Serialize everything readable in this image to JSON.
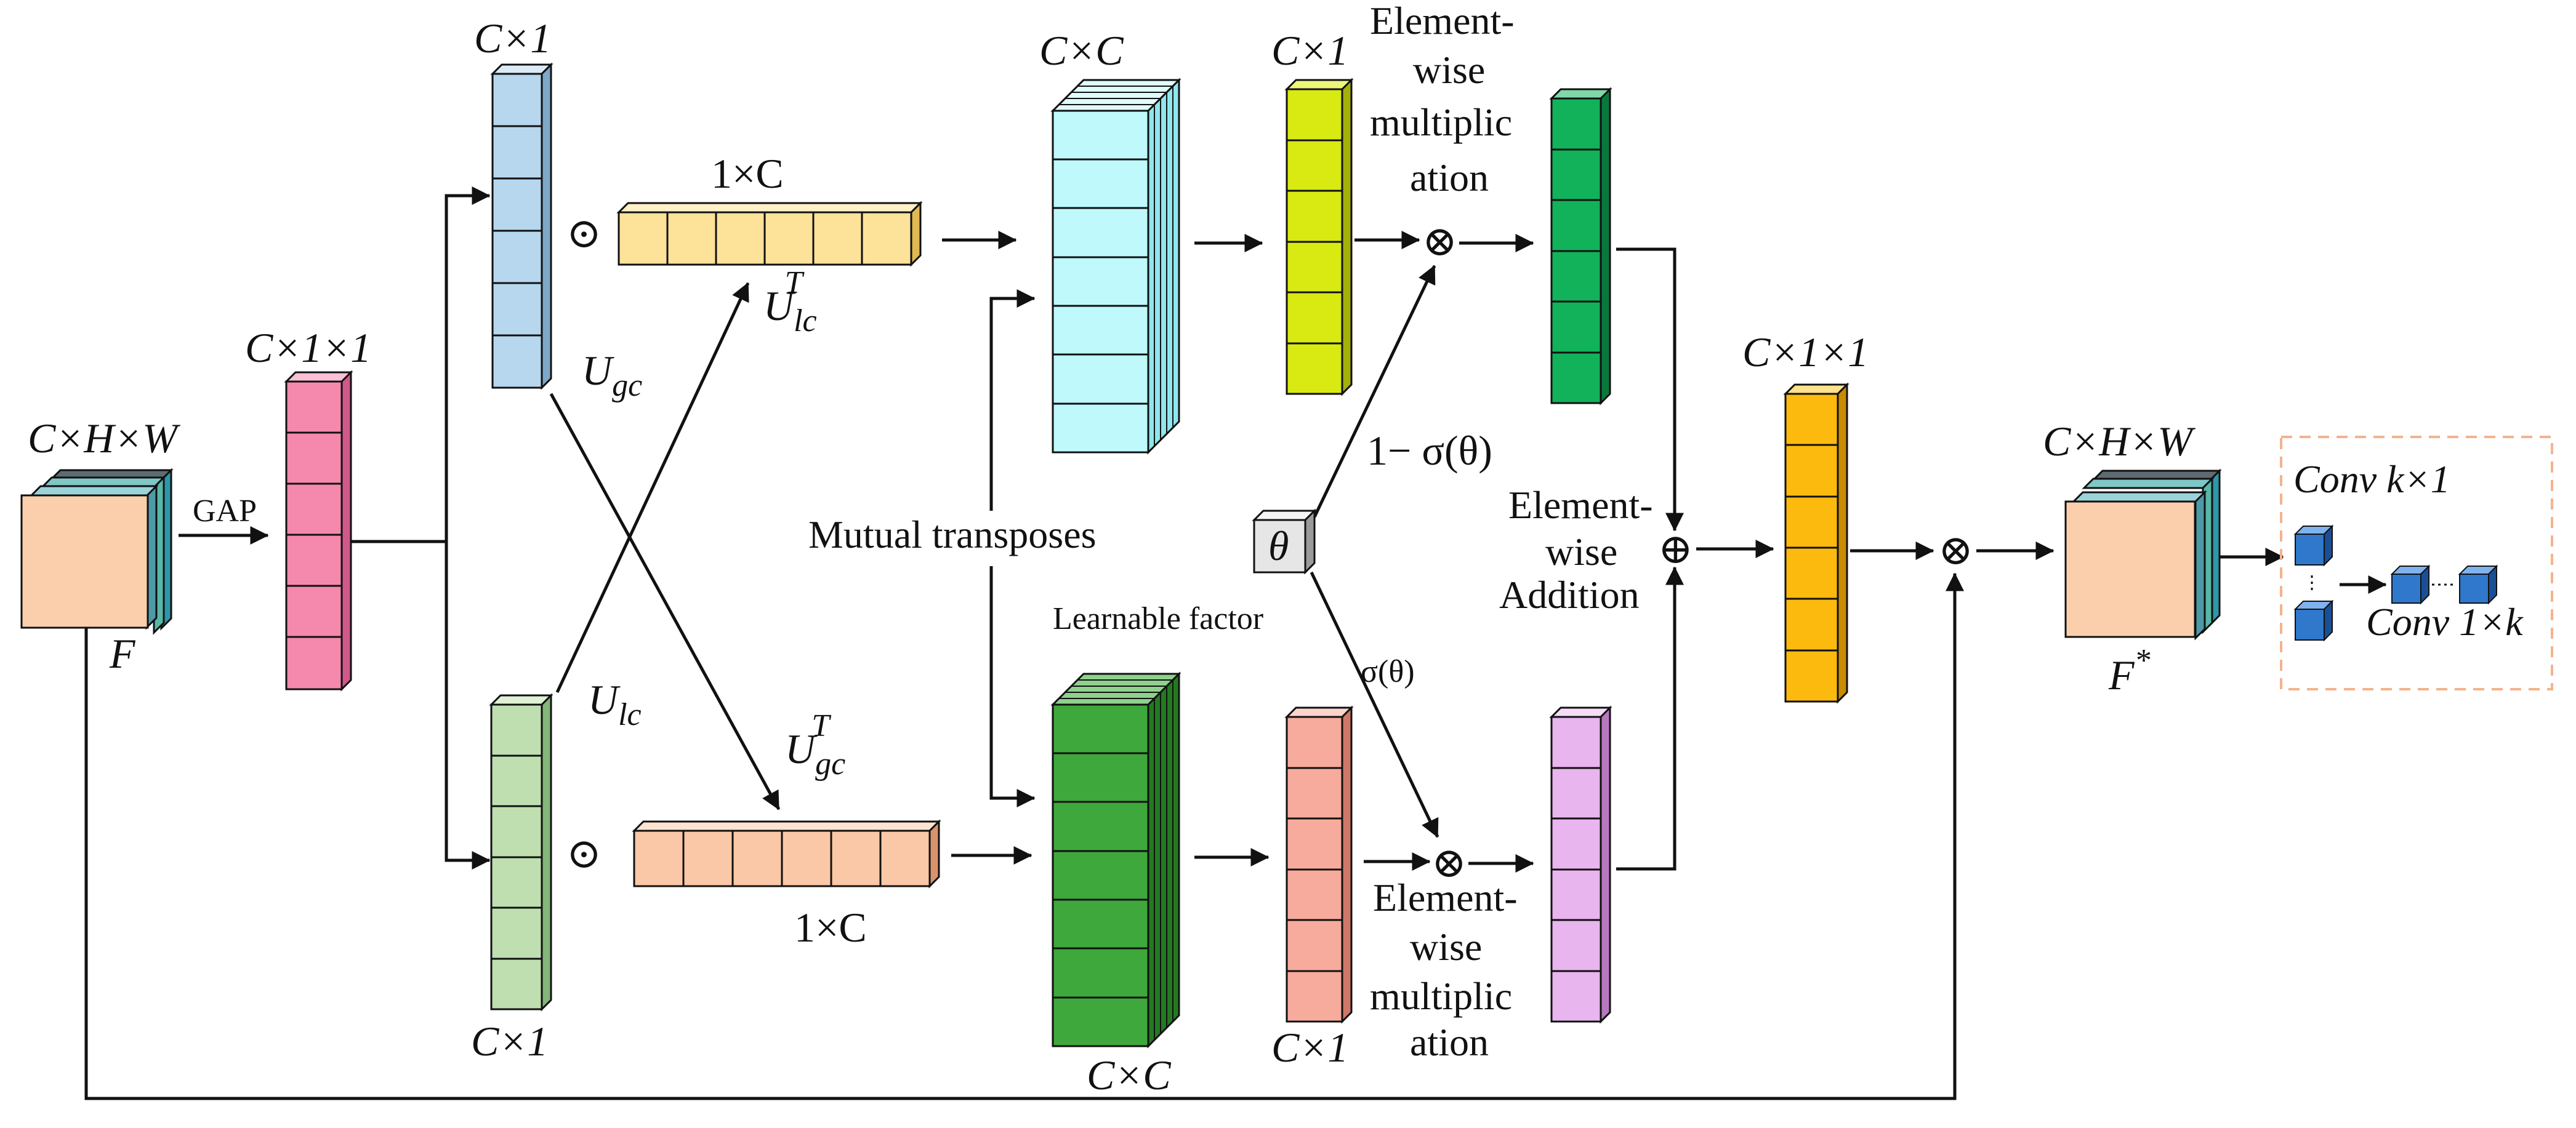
{
  "labels": {
    "input_dim": "C×H×W",
    "input_name": "F",
    "gap": "GAP",
    "gap_dim": "C×1×1",
    "top_vec_dim": "C×1",
    "top_vec_name": "U",
    "top_vec_sub": "gc",
    "bottom_vec_dim": "C×1",
    "bottom_vec_name": "U",
    "bottom_vec_sub": "lc",
    "odot_top": "⊙",
    "odot_bottom": "⊙",
    "top_row_dim": "1×C",
    "top_row_name": "U",
    "top_row_sub": "lc",
    "top_row_sup": "T",
    "bottom_row_dim": "1×C",
    "bottom_row_name": "U",
    "bottom_row_sub": "gc",
    "bottom_row_sup": "T",
    "top_matrix_dim": "C×C",
    "bottom_matrix_dim": "C×C",
    "mutual_transposes": "Mutual transposes",
    "top_col_dim": "C×1",
    "bottom_col_dim": "C×1",
    "ew_mult_top": [
      "Element-",
      "wise",
      "multiplic",
      "ation"
    ],
    "ew_mult_bottom": [
      "Element-",
      "wise",
      "multiplic",
      "ation"
    ],
    "theta": "θ",
    "one_minus_sigma": "1− σ(θ)",
    "sigma_theta": "σ(θ)",
    "learnable_factor": "Learnable factor",
    "otimes": "⊗",
    "oplus": "⊕",
    "ew_add": [
      "Element-",
      "wise",
      "Addition"
    ],
    "sum_dim": "C×1×1",
    "output_dim": "C×H×W",
    "output_name": "F",
    "output_sup": "*",
    "conv_k1": "Conv k×1",
    "conv_1k": "Conv  1×k"
  },
  "colors": {
    "input_cube": "#fbcfac",
    "pink": "#f489ad",
    "light_blue": "#b6d7ee",
    "light_green": "#c0dfb0",
    "yellow_row": "#fde29a",
    "salmon_row": "#fac8a6",
    "cyan_matrix": "#bff9fb",
    "green_matrix": "#3ea83c",
    "lime": "#d9ea12",
    "salmon_col": "#f6ab9c",
    "dark_green": "#11b25a",
    "violet": "#e9b5ee",
    "orange": "#fdba0e",
    "conv_blue": "#2f78cc",
    "dashed_border": "#f3b38d"
  }
}
